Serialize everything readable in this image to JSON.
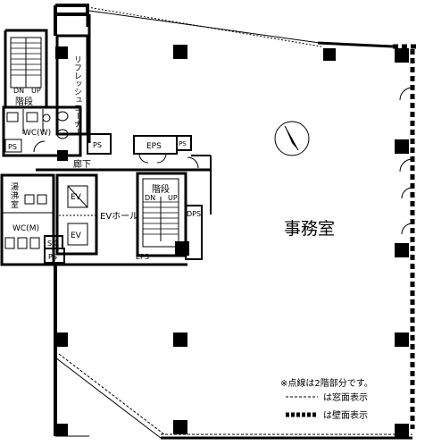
{
  "plan": {
    "office_label": "事務室",
    "stair_label_left": "階段",
    "stair_label_center": "階段",
    "dn_label": "DN",
    "up_label": "UP",
    "dn_label_2": "DN",
    "up_label_2": "UP",
    "refresh_corner": "リフレッシュコーナー",
    "wc_women": "WC(W)",
    "wc_men": "WC(M)",
    "ps_left_top": "PS",
    "ps_upper": "PS",
    "ps_eps_small": "PS",
    "eps_top": "EPS",
    "corridor": "廊下",
    "ev_1": "EV",
    "ev_2": "EV",
    "ev_hall": "EVホール",
    "dps": "DPS",
    "eps_bottom": "EPS",
    "kettle_room_1": "湯",
    "kettle_room_2": "沸",
    "kettle_room_3": "室",
    "sk": "SK",
    "ps_bottom": "PS"
  },
  "legend": {
    "note": "※点線は2階部分です。",
    "window_label": "は窓面表示",
    "wall_label": "は壁面表示"
  },
  "icons": {
    "north": "north-arrow-icon"
  }
}
